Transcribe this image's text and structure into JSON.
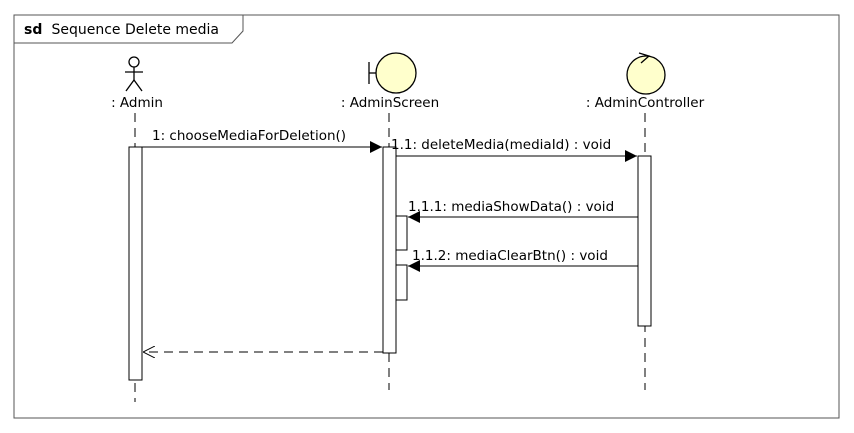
{
  "frame": {
    "keyword": "sd",
    "name": "Sequence Delete media"
  },
  "lifelines": [
    {
      "kind": "actor",
      "label": ": Admin"
    },
    {
      "kind": "boundary",
      "label": ": AdminScreen"
    },
    {
      "kind": "control",
      "label": ": AdminController"
    }
  ],
  "messages": [
    {
      "label": "1: chooseMediaForDeletion()",
      "type": "sync"
    },
    {
      "label": "1.1: deleteMedia(mediaId) : void",
      "type": "sync"
    },
    {
      "label": "1.1.1: mediaShowData() : void",
      "type": "sync"
    },
    {
      "label": "1.1.2: mediaClearBtn() : void",
      "type": "sync"
    },
    {
      "label": "",
      "type": "return"
    }
  ],
  "colors": {
    "line": "#000000",
    "icon_fill": "#ffffcc",
    "frame_border": "#555555"
  }
}
